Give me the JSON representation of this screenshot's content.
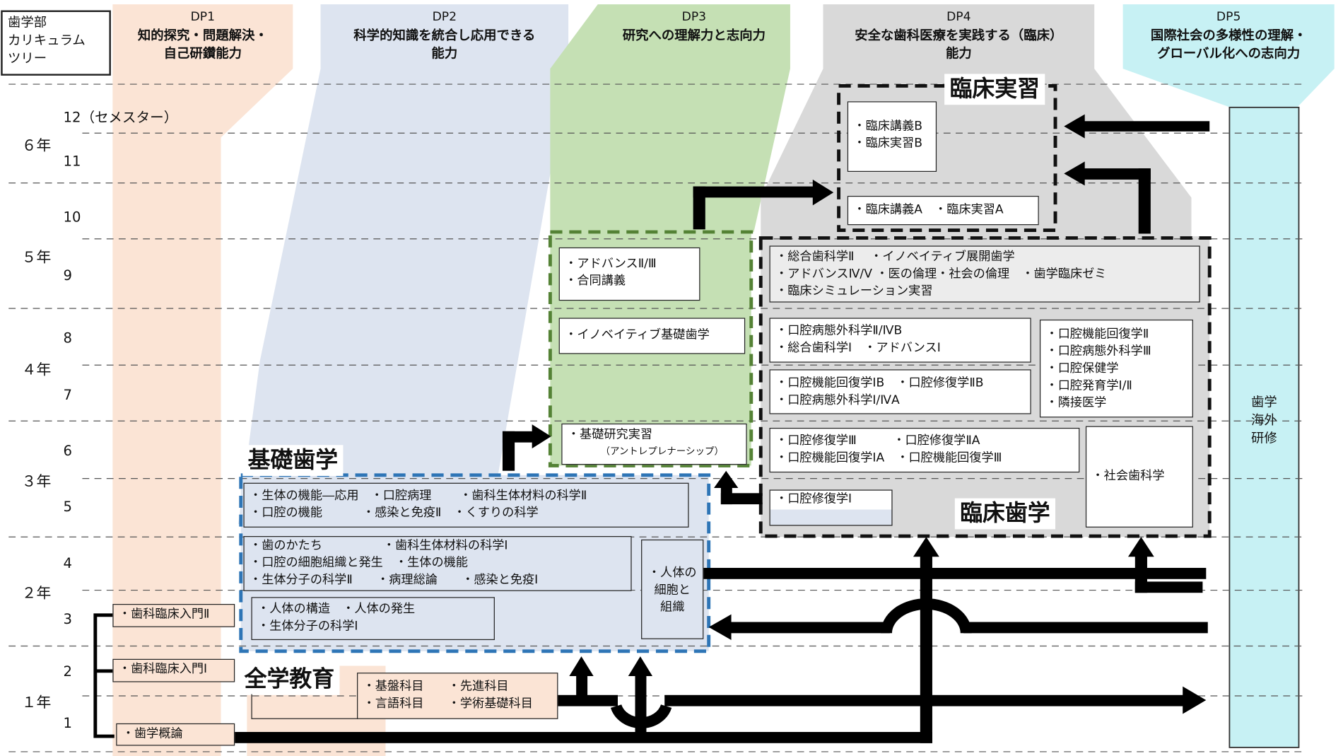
{
  "tree_label": [
    "歯学部",
    "カリキュラム",
    "ツリー"
  ],
  "dp": [
    {
      "code": "DP1",
      "lines": [
        "知的探究・問題解決・",
        "自己研鑽能力"
      ]
    },
    {
      "code": "DP2",
      "lines": [
        "科学的知識を統合し応用できる",
        "能力"
      ]
    },
    {
      "code": "DP3",
      "lines": [
        "研究への理解力と志向力"
      ]
    },
    {
      "code": "DP4",
      "lines": [
        "安全な歯科医療を実践する（臨床）",
        "能力"
      ]
    },
    {
      "code": "DP5",
      "lines": [
        "国際社会の多様性の理解・",
        "グローバル化への志向力"
      ]
    }
  ],
  "years": [
    "６年",
    "５年",
    "４年",
    "３年",
    "２年",
    "１年"
  ],
  "semesters": [
    "12（セメスター）",
    "11",
    "10",
    "9",
    "8",
    "7",
    "6",
    "5",
    "4",
    "3",
    "2",
    "1"
  ],
  "sections": {
    "rinsho_jisshu": "臨床実習",
    "kiso_shigaku": "基礎歯学",
    "zengaku": "全学教育",
    "rinsho_shigaku": "臨床歯学"
  },
  "courses": {
    "rinsho_b": [
      "・臨床講義B",
      "・臨床実習B"
    ],
    "rinsho_a": "・臨床講義A　・臨床実習A",
    "advance23": [
      "・アドバンスⅡ/Ⅲ",
      "・合同講義"
    ],
    "innov_kiso": "・イノベイティブ基礎歯学",
    "kiso_kenkyu": [
      "・基礎研究実習",
      "（アントレプレナーシップ）"
    ],
    "sogo_row": [
      "・総合歯科学Ⅱ　 ・イノベイティブ展開歯学",
      "・アドバンスⅣ/Ⅴ ・医の倫理・社会の倫理　・歯学臨床ゼミ",
      "・臨床シミュレーション実習"
    ],
    "koku_byotai2": [
      "・口腔病態外科学Ⅱ/ⅣB",
      "・総合歯科学Ⅰ　・アドバンスⅠ"
    ],
    "koku_kino2": [
      "・口腔機能回復学Ⅱ",
      "・口腔病態外科学Ⅲ",
      "・口腔保健学",
      "・口腔発育学Ⅰ/Ⅱ",
      "・隣接医学"
    ],
    "koku_kino1b": [
      "・口腔機能回復学ⅠB　・口腔修復学ⅡB",
      "・口腔病態外科学Ⅰ/ⅣA"
    ],
    "koku_shufuku3": [
      "・口腔修復学Ⅲ　　　・口腔修復学ⅡA",
      "・口腔機能回復学ⅠA　・口腔機能回復学Ⅲ"
    ],
    "shakai": "・社会歯科学",
    "koku_shufuku1": "・口腔修復学Ⅰ",
    "seitai_row": [
      "・生体の機能―応用　・口腔病理　　 ・歯科生体材料の科学Ⅱ",
      "・口腔の機能　　　 ・感染と免疫Ⅱ　・くすりの科学"
    ],
    "ha_row": [
      "・歯のかたち　　　　　・歯科生体材料の科学Ⅰ",
      "・口腔の細胞組織と発生　・生体の機能",
      "・生体分子の科学Ⅱ　　・病理総論　　・感染と免疫Ⅰ"
    ],
    "jintai_saibo": [
      "・人体の",
      "細胞と",
      "組織"
    ],
    "jintai_kozo": [
      "・人体の構造　・人体の発生",
      "・生体分子の科学Ⅰ"
    ],
    "zengaku_row": [
      "・基盤科目　　・先進科目",
      "・言語科目　　・学術基礎科目"
    ],
    "shika_nyumon2": "・歯科臨床入門Ⅱ",
    "shika_nyumon1": "・歯科臨床入門Ⅰ",
    "shigaku_gairon": "・歯学概論",
    "kaigai": [
      "歯学",
      "海外",
      "研修"
    ]
  },
  "colors": {
    "dp1": "#fbe4d5",
    "dp2": "#dde4f0",
    "dp3": "#c5e0b4",
    "dp4": "#d9d9d9",
    "dp5": "#c7f1f4",
    "blue_dash": "#2e75b6",
    "green_dash": "#548235"
  }
}
